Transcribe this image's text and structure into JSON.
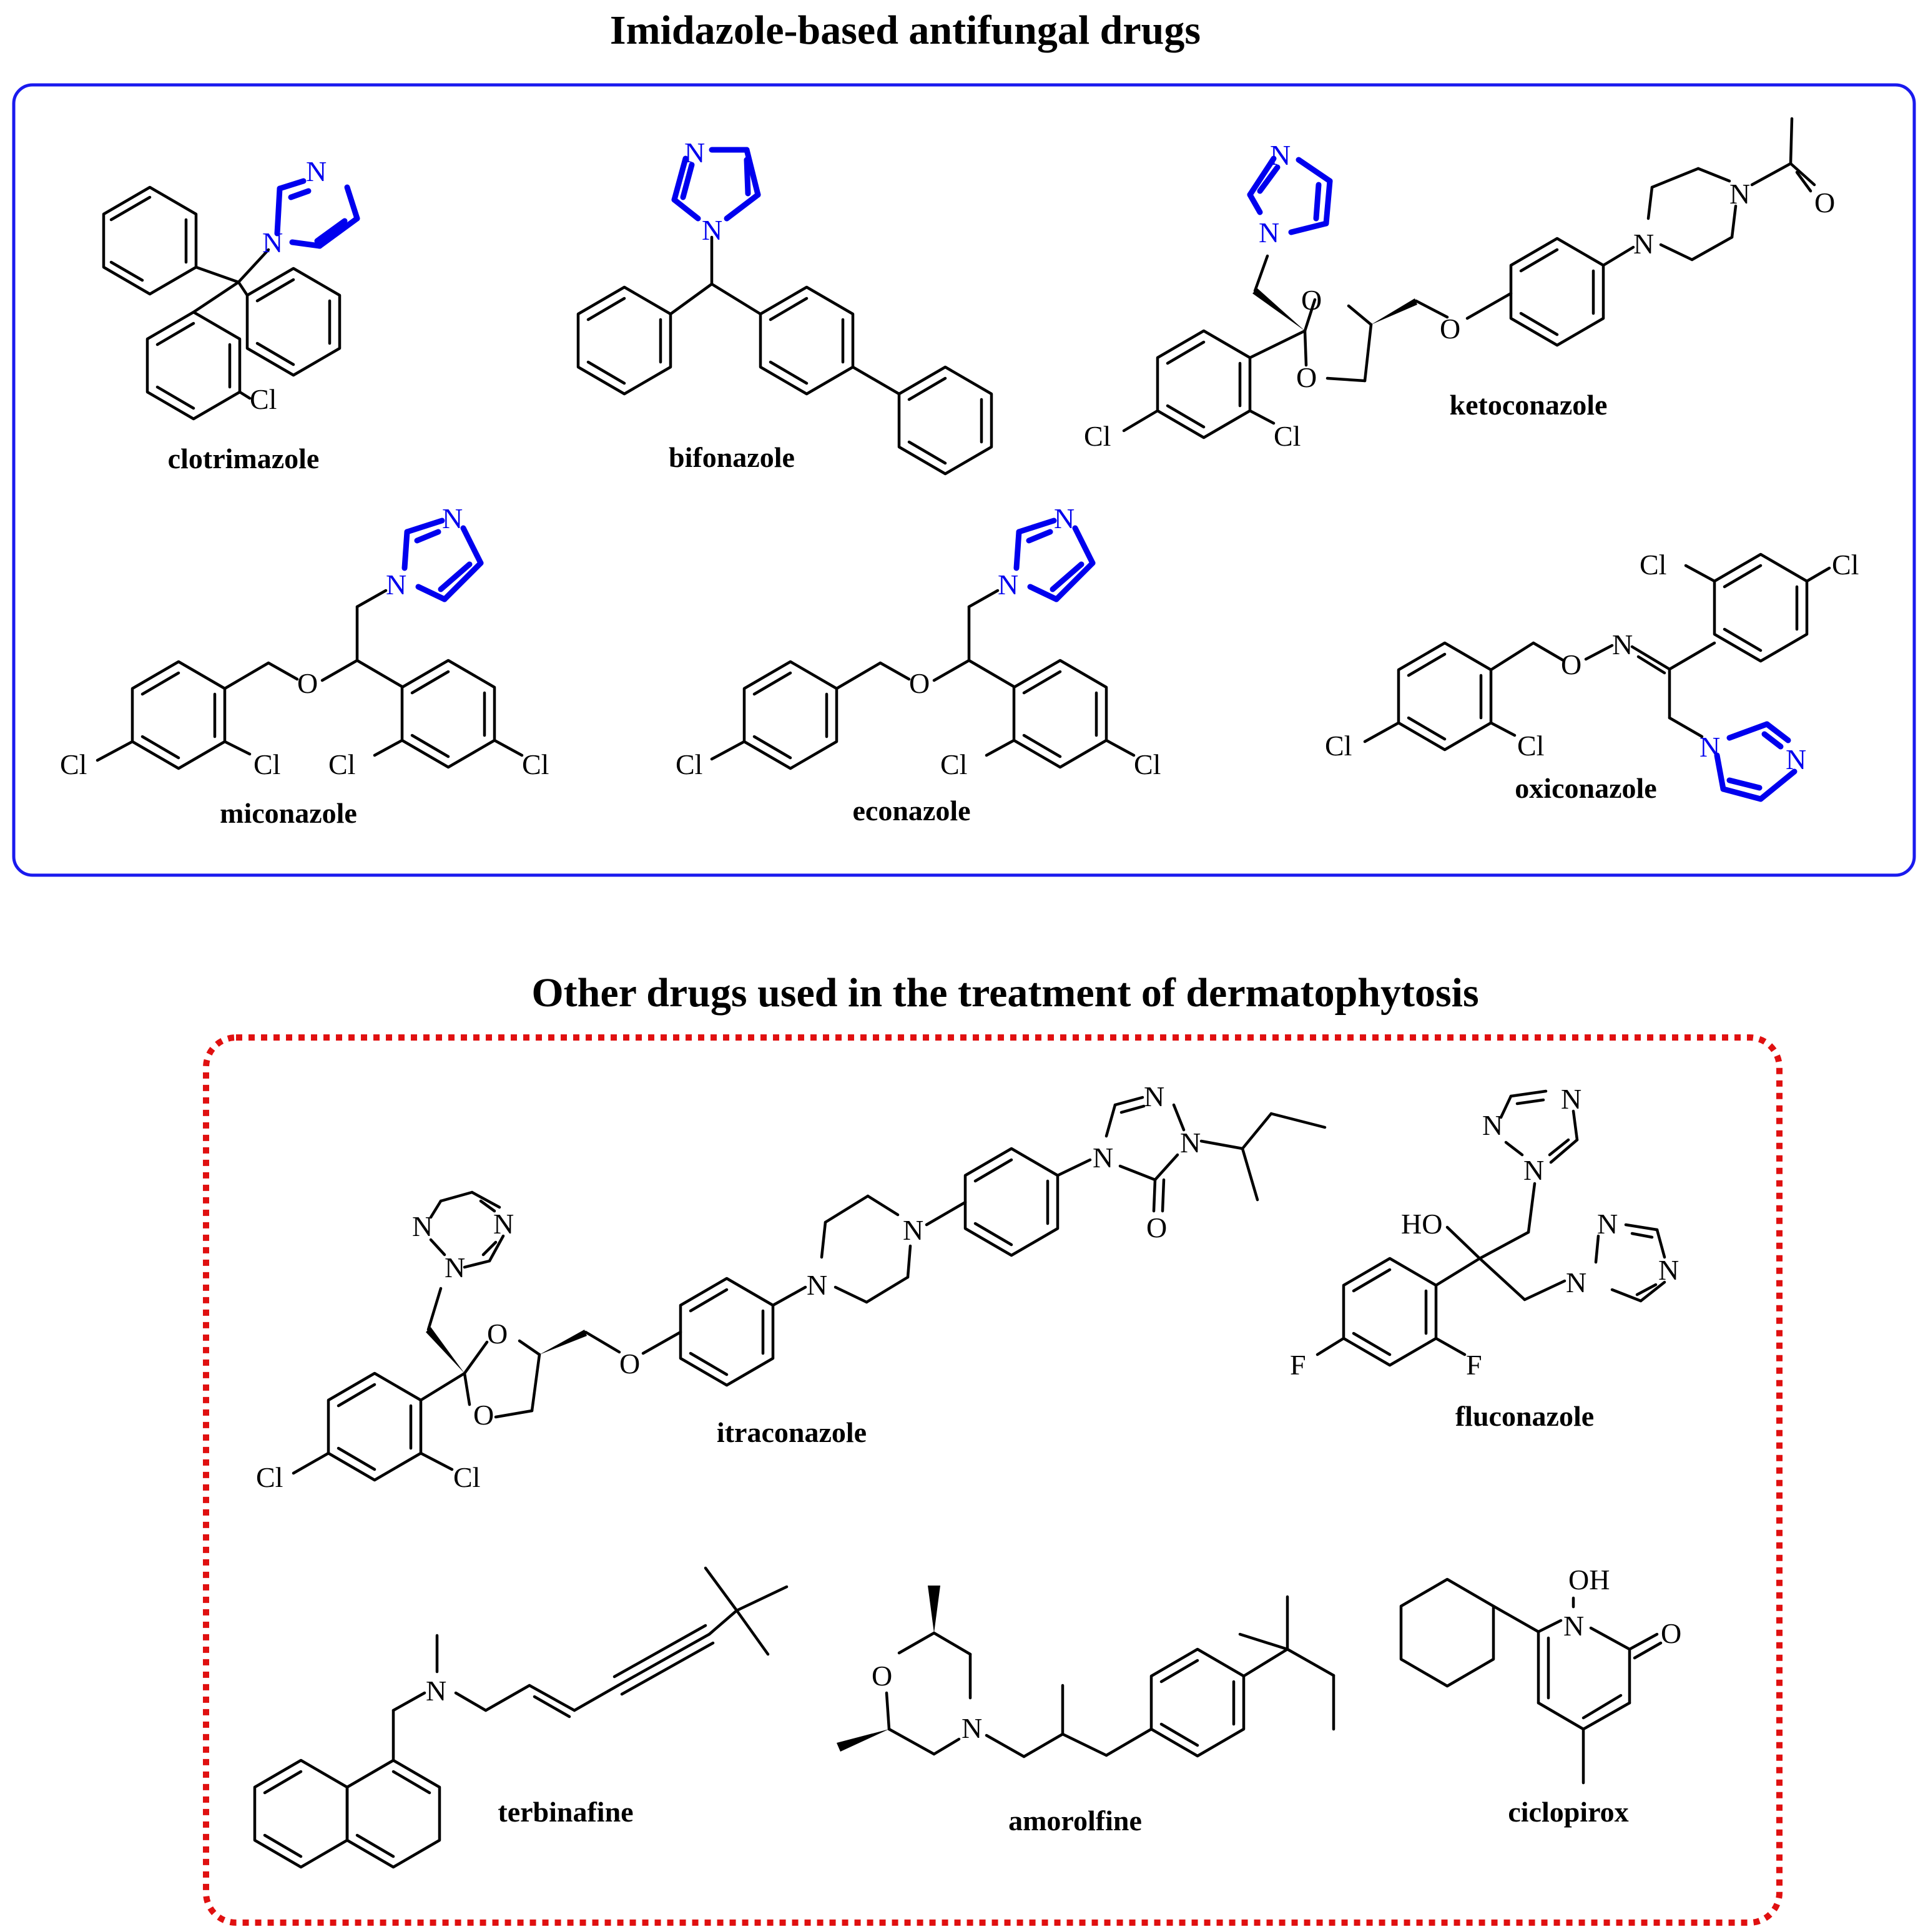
{
  "top_section": {
    "title": "Imidazole-based antifungal  drugs",
    "drugs": [
      "clotrimazole",
      "bifonazole",
      "ketoconazole",
      "miconazole",
      "econazole",
      "oxiconazole"
    ]
  },
  "bottom_section": {
    "title": "Other drugs used in the treatment of dermatophytosis",
    "drugs": [
      "itraconazole",
      "fluconazole",
      "terbinafine",
      "amorolfine",
      "ciclopirox"
    ]
  },
  "atom_labels": {
    "N": "N",
    "Cl": "Cl",
    "O": "O",
    "F": "F",
    "HO": "HO",
    "OH": "OH"
  },
  "colors": {
    "top_frame": "#1a1aee",
    "bottom_frame": "#e01010",
    "imidazole_highlight": "#0000ee"
  }
}
